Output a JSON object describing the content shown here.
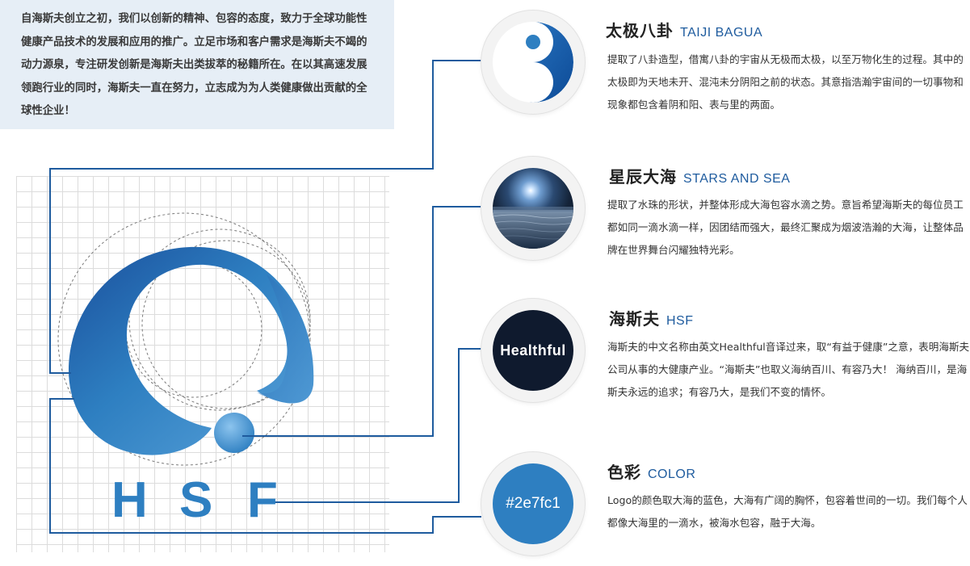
{
  "intro": {
    "text": "自海斯夫创立之初，我们以创新的精神、包容的态度，致力于全球功能性健康产品技术的发展和应用的推广。立足市场和客户需求是海斯夫不竭的动力源泉，专注研发创新是海斯夫出类拔萃的秘籍所在。在以其高速发展领跑行业的同时，海斯夫一直在努力，立志成为为人类健康做出贡献的全球性企业！"
  },
  "logo": {
    "letters": [
      "H",
      "S",
      "F"
    ],
    "color": "#2e7fc1"
  },
  "colors": {
    "brand": "#2e7fc1",
    "line": "#1e5b9e",
    "intro_bg": "#e6eef6",
    "navy": "#0f1a2e"
  },
  "items": [
    {
      "title_cn": "太极八卦",
      "title_en": "TAIJI BAGUA",
      "icon": "taiji-yin-yang-icon",
      "desc": "提取了八卦造型，借寓八卦的宇宙从无极而太极，以至万物化生的过程。其中的太极即为天地未开、混沌未分阴阳之前的状态。其意指浩瀚宇宙间的一切事物和现象都包含着阴和阳、表与里的两面。"
    },
    {
      "title_cn": "星辰大海",
      "title_en": "STARS AND SEA",
      "icon": "moonlit-sea-icon",
      "desc": "提取了水珠的形状，并整体形成大海包容水滴之势。意旨希望海斯夫的每位员工都如同一滴水滴一样，因团结而强大，最终汇聚成为烟波浩瀚的大海，让整体品牌在世界舞台闪耀独特光彩。"
    },
    {
      "title_cn": "海斯夫",
      "title_en": "HSF",
      "badge": "Healthful",
      "desc": "海斯夫的中文名称由英文Healthful音译过来，取“有益于健康”之意，表明海斯夫公司从事的大健康产业。“海斯夫”也取义海纳百川、有容乃大！ 海纳百川，是海斯夫永远的追求；有容乃大，是我们不变的情怀。"
    },
    {
      "title_cn": "色彩",
      "title_en": "COLOR",
      "swatch": "#2e7fc1",
      "desc": "Logo的颜色取大海的蓝色，大海有广阔的胸怀，包容着世间的一切。我们每个人都像大海里的一滴水，被海水包容，融于大海。"
    }
  ]
}
